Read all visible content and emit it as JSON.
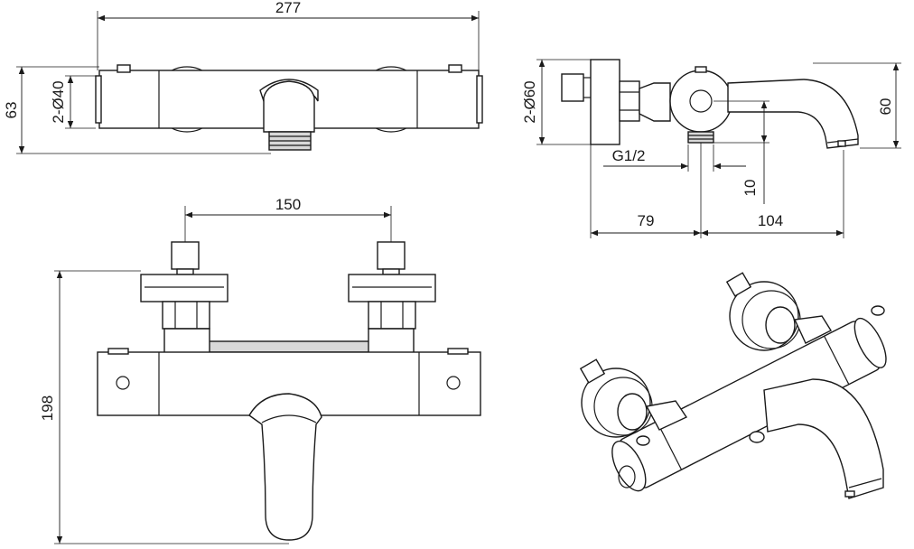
{
  "dimensions": {
    "width_total": "277",
    "height_body": "63",
    "diameter_bodies": "2-Ø40",
    "diameter_connections": "2-Ø60",
    "spout_height": "60",
    "thread": "G1/2",
    "outlet_offset": "10",
    "wall_to_outlet": "79",
    "outlet_to_spout": "104",
    "inlet_spacing": "150",
    "height_total": "198"
  },
  "colors": {
    "line": "#1a1a1a",
    "background": "#ffffff",
    "fill_shade": "#d8d8d8"
  }
}
